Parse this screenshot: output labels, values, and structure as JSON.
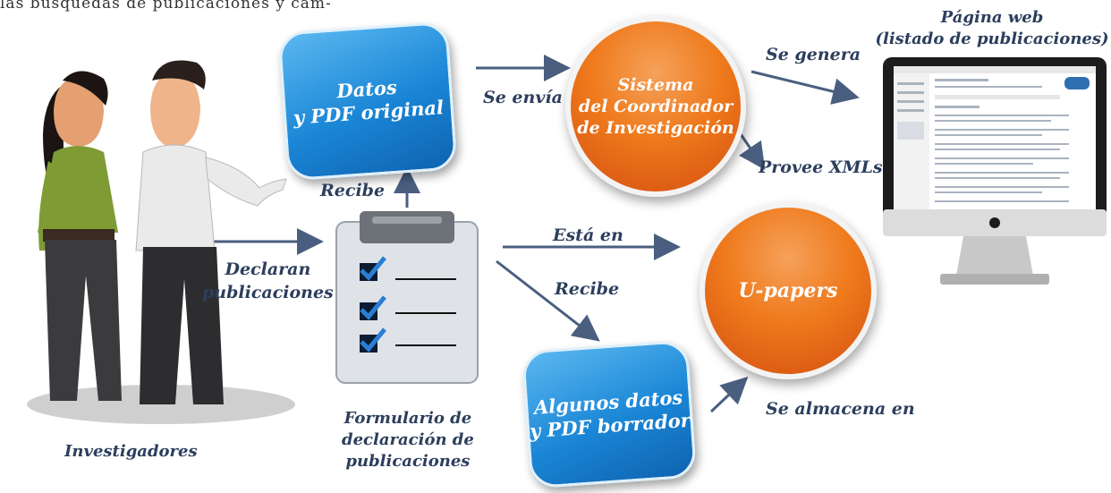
{
  "top_text": "las búsquedas de publicaciones y cam-",
  "nodes": {
    "investigators_label": "Investigadores",
    "datos_pdf": "Datos\ny PDF original",
    "sistema": "Sistema\ndel Coordinador\nde Investigación",
    "upapers": "U-papers",
    "algunos": "Algunos datos\ny PDF borrador",
    "formulario": "Formulario de\ndeclaración de\npublicaciones",
    "pagina_web": "Página web\n(listado de publicaciones)"
  },
  "edges": {
    "declaran": "Declaran\npublicaciones",
    "recibe_top": "Recibe",
    "se_envia": "Se envía a",
    "se_genera": "Se genera",
    "provee": "Provee XMLs",
    "esta_en": "Está en",
    "recibe_bottom": "Recibe",
    "se_almacena": "Se almacena en"
  },
  "colors": {
    "arrow": "#4a5f80",
    "blue_box": "#1a86d6",
    "orange_circle": "#ef7a1c",
    "label_text": "#2c3e5c"
  }
}
